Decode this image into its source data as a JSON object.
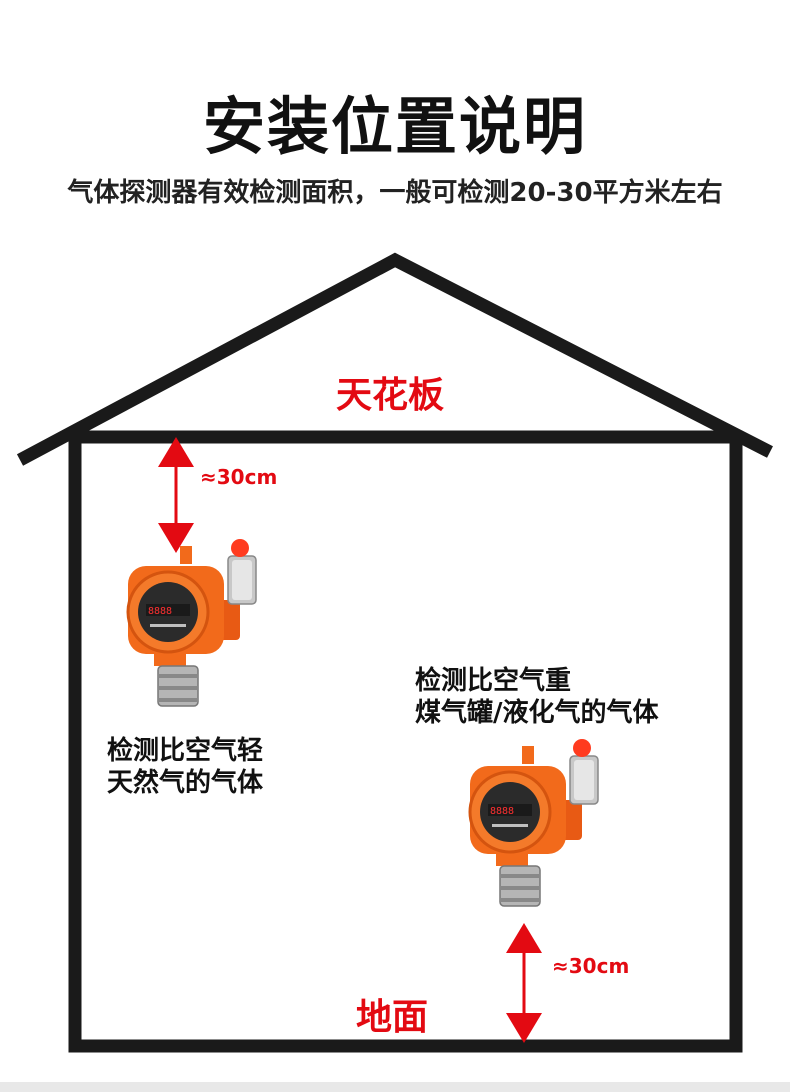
{
  "header": {
    "title": "安装位置说明",
    "subtitle": "气体探测器有效检测面积，一般可检测20-30平方米左右"
  },
  "house": {
    "ceiling_label": "天花板",
    "floor_label": "地面"
  },
  "left_detector": {
    "distance_label": "≈30cm",
    "description_lines": [
      "检测比空气轻",
      "天然气的气体"
    ]
  },
  "right_detector": {
    "distance_label": "≈30cm",
    "description_lines": [
      "检测比空气重",
      "煤气罐/液化气的气体"
    ]
  },
  "colors": {
    "accent_red": "#e30a12",
    "detector_orange": "#f26a1b",
    "outline": "#1a1a1a"
  }
}
